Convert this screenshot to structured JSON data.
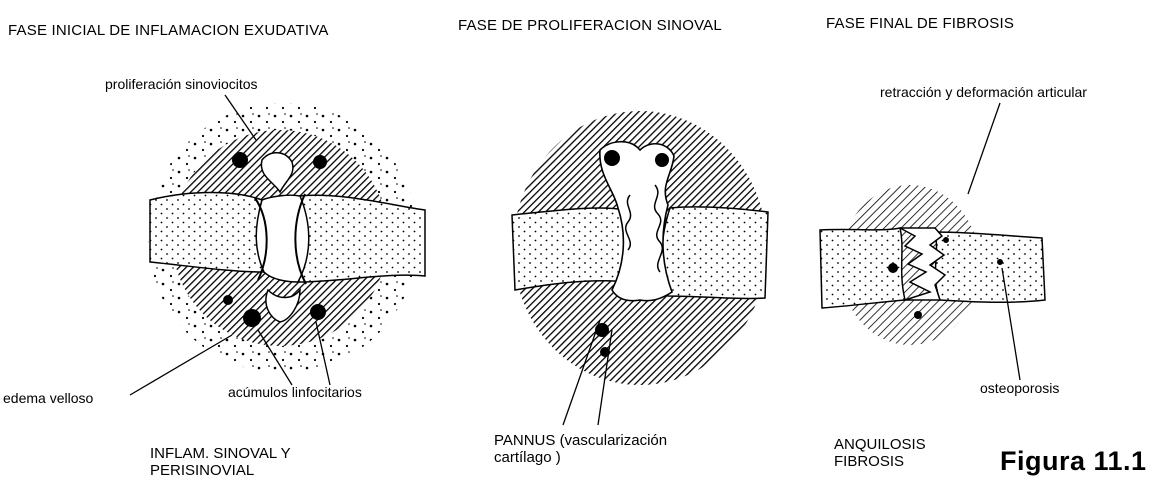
{
  "phases": [
    {
      "title": "FASE INICIAL DE INFLAMACION EXUDATIVA",
      "labels": {
        "top": "proliferación sinoviocitos",
        "bottom_left": "edema velloso",
        "bottom_right": "acúmulos linfocitarios"
      },
      "caption_lines": [
        "INFLAM. SINOVAL Y",
        "PERISINOVIAL"
      ]
    },
    {
      "title": "FASE DE PROLIFERACION SINOVAL",
      "caption_lines": [
        "PANNUS (vascularización",
        "cartílago )"
      ]
    },
    {
      "title": "FASE FINAL DE FIBROSIS",
      "labels": {
        "top": "retracción y deformación articular",
        "bottom_right": "osteoporosis"
      },
      "caption_lines": [
        "ANQUILOSIS",
        "FIBROSIS"
      ]
    }
  ],
  "figure_label": "Figura 11.1"
}
